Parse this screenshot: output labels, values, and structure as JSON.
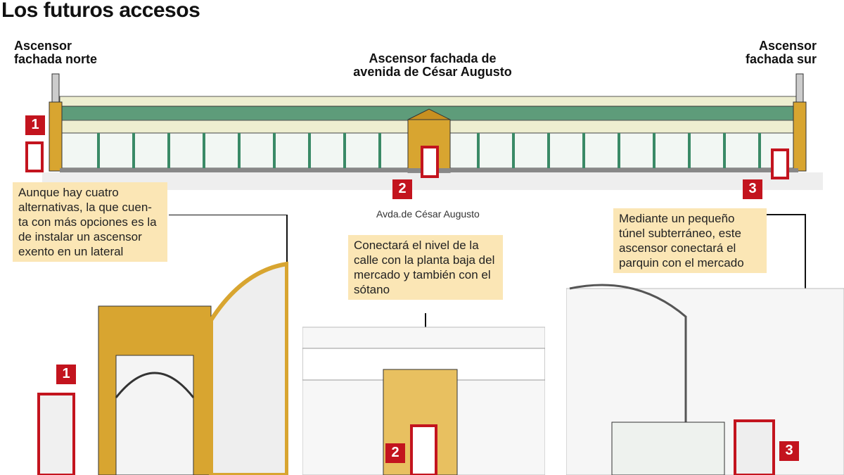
{
  "title": "Los futuros accesos",
  "labels": {
    "north": "Ascensor\nfachada norte",
    "center": "Ascensor fachada de\navenida de César Augusto",
    "south": "Ascensor\nfachada sur"
  },
  "street": "Avda.de César Augusto",
  "notes": [
    "Aunque hay cuatro alternativas, la que cuen-ta con más opciones es la de instalar un ascensor exento en un lateral",
    "Conectará el nivel de la calle con la planta baja del mercado y también con el sótano",
    "Mediante un pequeño túnel subterráneo, este ascensor conectará el parquin con el mercado"
  ],
  "markers": [
    "1",
    "2",
    "3"
  ],
  "colors": {
    "red": "#c3141e",
    "note": "#fbe6b5",
    "green": "#3a8a66",
    "gold": "#d8a530"
  }
}
